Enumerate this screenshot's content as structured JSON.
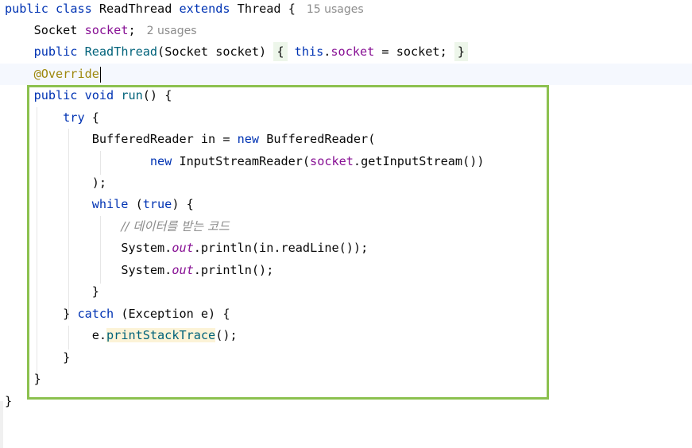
{
  "code": {
    "l1": {
      "kw_public": "public",
      "kw_class": "class",
      "classname": "ReadThread",
      "kw_extends": "extends",
      "superclass": "Thread",
      "brace": "{",
      "hint": "15 usages"
    },
    "l2": {
      "type": "Socket",
      "field": "socket",
      "semi": ";",
      "hint": "2 usages"
    },
    "l3": {
      "kw_public": "public",
      "ctor": "ReadThread",
      "params": "(Socket socket)",
      "fold_open": "{",
      "kw_this": "this",
      "dot": ".",
      "field": "socket",
      "rest": " = socket;",
      "fold_close": "}"
    },
    "l4": {
      "annotation": "@Override"
    },
    "l5": {
      "kw_public": "public",
      "kw_void": "void",
      "method": "run",
      "rest": "() {"
    },
    "l6": {
      "kw_try": "try",
      "rest": " {"
    },
    "l7": {
      "text": "BufferedReader in = ",
      "kw_new": "new",
      "rest": " BufferedReader("
    },
    "l8": {
      "kw_new": "new",
      "text": " InputStreamReader(",
      "field": "socket",
      "rest": ".getInputStream())"
    },
    "l9": {
      "text": ");"
    },
    "l10": {
      "kw_while": "while",
      "open": " (",
      "kw_true": "true",
      "rest": ") {"
    },
    "l11": {
      "comment": "// 데이터를 받는 코드"
    },
    "l12": {
      "pre": "System.",
      "static_field": "out",
      "rest": ".println(in.readLine());"
    },
    "l13": {
      "pre": "System.",
      "static_field": "out",
      "rest": ".println();"
    },
    "l14": {
      "text": "}"
    },
    "l15": {
      "pre": "} ",
      "kw_catch": "catch",
      "rest": " (Exception e) {"
    },
    "l16": {
      "pre": "e.",
      "method": "printStackTrace",
      "rest": "();"
    },
    "l17": {
      "text": "}"
    },
    "l18": {
      "text": "}"
    },
    "l19": {
      "text": "}"
    }
  },
  "colors": {
    "keyword": "#0033b3",
    "field": "#871094",
    "method": "#00627a",
    "annotation": "#9e880d",
    "comment": "#8c8c8c",
    "selection_box": "#8cc14f"
  }
}
